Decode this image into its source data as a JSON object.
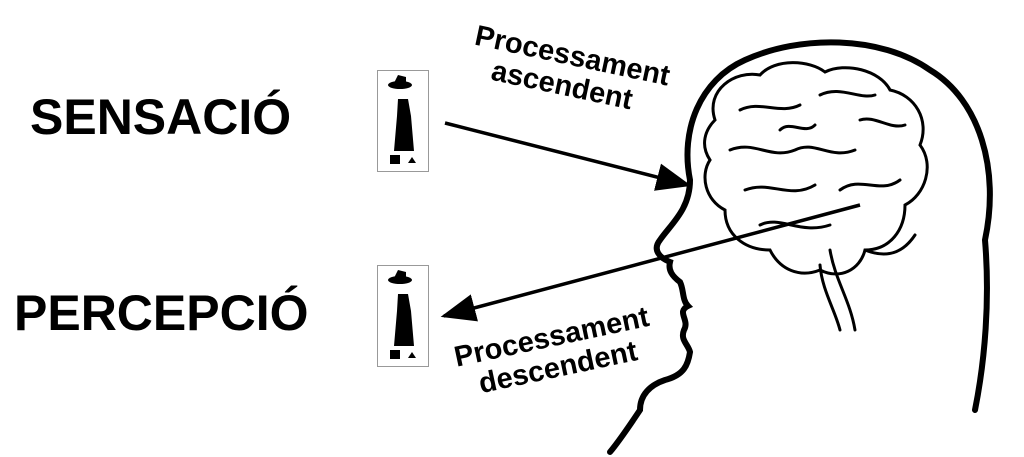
{
  "labels": {
    "sensation": "SENSACIÓ",
    "perception": "PERCEPCIÓ"
  },
  "processes": {
    "bottom_up": {
      "line1": "Processament",
      "line2": "ascendent"
    },
    "top_down": {
      "line1": "Processament",
      "line2": "descendent"
    }
  },
  "colors": {
    "ink": "#000000",
    "background": "#ffffff"
  }
}
